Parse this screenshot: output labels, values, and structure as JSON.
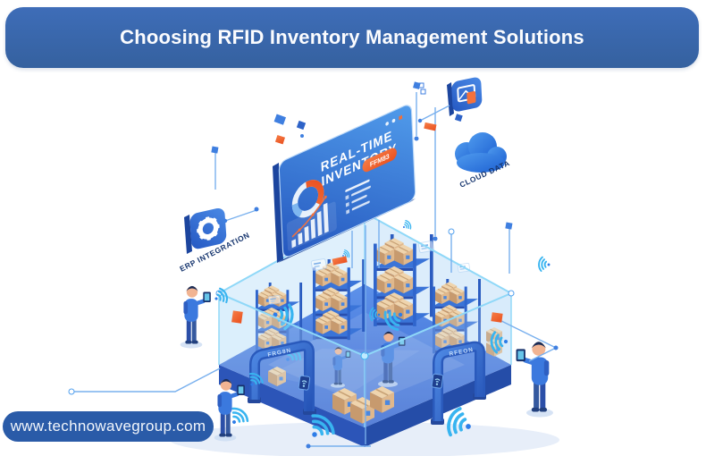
{
  "header": {
    "title": "Choosing RFID Inventory Management Solutions"
  },
  "watermark": {
    "text": "www.technowavegroup.com"
  },
  "dashboard": {
    "title_line1": "REAL-TIME",
    "title_line2": "INVENTORY",
    "button_label": "FFM83"
  },
  "labels": {
    "erp": "ERP INTEGRATION",
    "cloud": "CLOUD DATA"
  },
  "gates": {
    "gate1_label": "FRG8N",
    "gate2_label": "RFEON"
  },
  "icons": {
    "erp": "gear-icon",
    "document": "file-icon",
    "cloud": "cloud-icon",
    "wifi": "wifi-signal-icon",
    "donut": "donut-chart-icon",
    "bars": "bar-chart-icon",
    "scanner": "rfid-scanner-icon",
    "gate": "rfid-gate"
  },
  "colors": {
    "banner_blue": "#3a67b2",
    "panel_blue": "#2f6bce",
    "accent_orange": "#f06030",
    "floor_blue": "#3d6ed6",
    "glass_blue": "#bcdcf6",
    "cyan": "#38b4f0",
    "navy_text": "#1c3a74",
    "watermark_blue": "#2a5ba8",
    "box_tan": "#d9b48c"
  }
}
